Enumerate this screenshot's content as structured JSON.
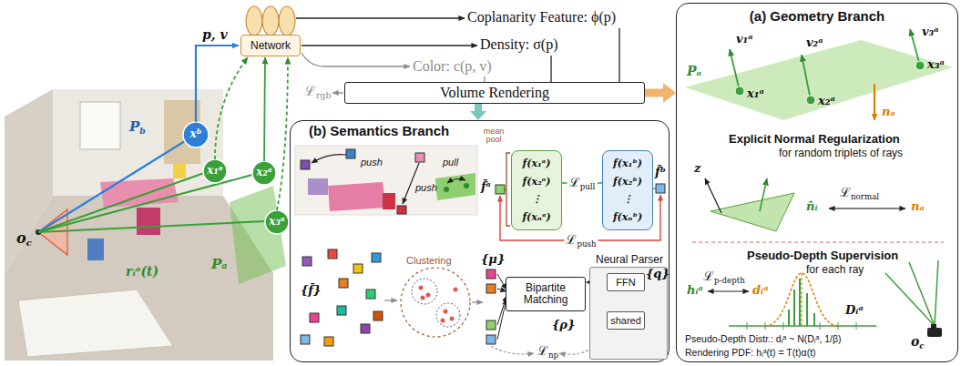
{
  "diagram": {
    "nodes": [
      {
        "text": [
          "Network"
        ]
      },
      {
        "text": [
          "Volume Rendering"
        ]
      },
      {
        "text": [
          "(a) Geometry Branch"
        ]
      },
      {
        "text": [
          "(b) Semantics Branch"
        ]
      },
      {
        "text": [
          "f(x₁ᵃ)",
          "f(x₂ᵃ)",
          "⋮",
          "f(xₙᵃ)"
        ],
        "in": 3
      },
      {
        "text": [
          "f(x₁ᵇ)",
          "f(x₂ᵇ)",
          "⋮",
          "f(xₙᵇ)"
        ],
        "in": 3
      },
      {
        "text": [
          "Bipartite Matching"
        ],
        "in": 3
      },
      {
        "text": [
          "Neural Parser"
        ],
        "in": 3
      },
      {
        "text": [
          "FFN"
        ],
        "in": 7
      },
      {
        "text": [
          "shared"
        ],
        "in": 7
      }
    ],
    "edges": [
      {
        "from": 1,
        "to": 2,
        "arrow": "to"
      },
      {
        "from": 1,
        "to": 3,
        "arrow": "to"
      },
      {
        "from": 8,
        "to": 6,
        "arrow": "to"
      },
      {
        "from": 4,
        "to": 5,
        "label": "ℒpull",
        "arrow": "none"
      }
    ],
    "labels": [
      "p, v",
      "oc",
      "Pb",
      "xᵇ",
      "x₁ᵃ",
      "x₂ᵃ",
      "x₃ᵃ",
      "rᵢᵃ(t)",
      "Pₐ",
      "Coplanarity Feature: ϕ(p)",
      "Density: σ(p)",
      "Color: c(p, v)",
      "ℒrgb",
      "v₁ᵃ",
      "v₂ᵃ",
      "v₃ᵃ",
      "x₃ᵃ",
      "x₁ᵃ",
      "x₂ᵃ",
      "Pₐ",
      "nₐ",
      "Explicit Normal Regularization",
      "for random triplets of rays",
      "z",
      "n̂ᵢ",
      "ℒnormal",
      "nₐ",
      "Pseudo-Depth Supervision",
      "for each ray",
      "hᵢᵃ",
      "ℒp-depth",
      "dᵢᵃ",
      "Dᵢᵃ",
      "Pseudo-Depth Distr.: dᵢᵃ ~ N(Dᵢᵃ, 1/β)",
      "Rendering PDF: hᵢᵃ(t) = T(t)α(t)",
      "oc",
      "push",
      "push",
      "pull",
      "mean pool",
      "f̄ᵃ",
      "f̄ᵇ",
      "ℒpush",
      "{f̄}",
      "Clustering",
      "{μ}",
      "{ρ}",
      "{q}",
      "ℒnp"
    ]
  }
}
